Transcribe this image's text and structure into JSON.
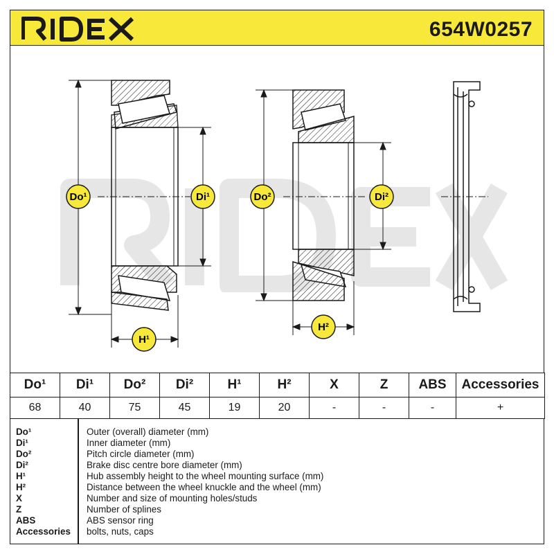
{
  "header": {
    "brand": "RIDEX",
    "part_number": "654W0257",
    "background_color": "#f7e83a"
  },
  "drawing": {
    "watermark": "RIDEX",
    "badges": {
      "do1": "Do¹",
      "di1": "Di¹",
      "do2": "Do²",
      "di2": "Di²",
      "h1": "H¹",
      "h2": "H²"
    },
    "badge_color": "#f7e83a"
  },
  "spec_table": {
    "headers": [
      "Do¹",
      "Di¹",
      "Do²",
      "Di²",
      "H¹",
      "H²",
      "X",
      "Z",
      "ABS",
      "Accessories"
    ],
    "values": [
      "68",
      "40",
      "75",
      "45",
      "19",
      "20",
      "-",
      "-",
      "-",
      "+"
    ]
  },
  "legend": [
    {
      "key": "Do¹",
      "desc": "Outer (overall) diameter (mm)"
    },
    {
      "key": "Di¹",
      "desc": "Inner diameter (mm)"
    },
    {
      "key": "Do²",
      "desc": "Pitch circle diameter (mm)"
    },
    {
      "key": "Di²",
      "desc": "Brake disc centre bore diameter (mm)"
    },
    {
      "key": "H¹",
      "desc": "Hub assembly height to the wheel mounting surface (mm)"
    },
    {
      "key": "H²",
      "desc": "Distance between the wheel knuckle and the wheel (mm)"
    },
    {
      "key": "X",
      "desc": "Number and size of mounting holes/studs"
    },
    {
      "key": "Z",
      "desc": "Number of splines"
    },
    {
      "key": "ABS",
      "desc": "ABS sensor ring"
    },
    {
      "key": "Accessories",
      "desc": "bolts, nuts, caps"
    }
  ]
}
